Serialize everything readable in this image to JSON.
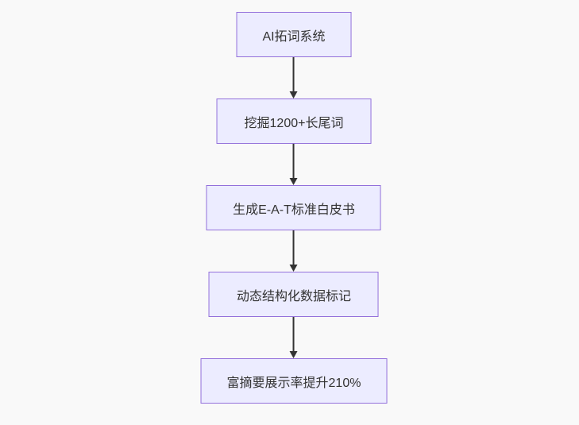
{
  "flowchart": {
    "type": "flowchart",
    "direction": "top-down",
    "nodes": [
      {
        "id": "A",
        "label": "AI拓词系统"
      },
      {
        "id": "B",
        "label": "挖掘1200+长尾词"
      },
      {
        "id": "C",
        "label": "生成E-A-T标准白皮书"
      },
      {
        "id": "D",
        "label": "动态结构化数据标记"
      },
      {
        "id": "E",
        "label": "富摘要展示率提升210%"
      }
    ],
    "edges": [
      {
        "from": "A",
        "to": "B",
        "label": ""
      },
      {
        "from": "B",
        "to": "C",
        "label": ""
      },
      {
        "from": "C",
        "to": "D",
        "label": ""
      },
      {
        "from": "D",
        "to": "E",
        "label": ""
      }
    ],
    "colors": {
      "background": "#f9f9f9",
      "node_fill": "#ECECFF",
      "node_border": "#9370DB",
      "arrow": "#333333",
      "text": "#333333"
    }
  }
}
